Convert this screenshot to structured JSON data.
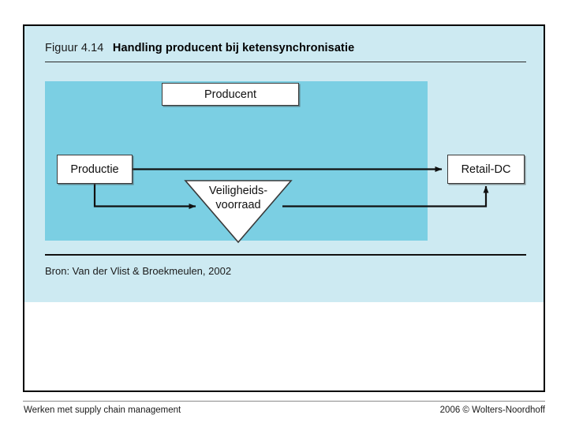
{
  "slide": {
    "figure": {
      "caption_label": "Figuur 4.14",
      "caption_title": "Handling producent bij ketensynchronisatie",
      "source": "Bron: Van der Vlist & Broekmeulen, 2002",
      "panel_color": "#cdeaf2",
      "stage_color": "#7bcfe3"
    },
    "diagram": {
      "type": "flow-diagram",
      "nodes": [
        {
          "id": "producent",
          "label": "Producent",
          "shape": "rectangle"
        },
        {
          "id": "productie",
          "label": "Productie",
          "shape": "rectangle"
        },
        {
          "id": "voorraad",
          "label_line1": "Veiligheids-",
          "label_line2": "voorraad",
          "shape": "inverted-triangle"
        },
        {
          "id": "retaildc",
          "label": "Retail-DC",
          "shape": "rectangle"
        }
      ],
      "connectors": [
        {
          "from": "productie",
          "to": "retaildc",
          "style": "straight-arrow"
        },
        {
          "from": "productie",
          "to": "voorraad",
          "style": "elbow-arrow"
        },
        {
          "from": "voorraad",
          "to": "retaildc",
          "style": "elbow-arrow"
        }
      ]
    },
    "footer": {
      "left": "Werken met supply chain management",
      "right": "2006 © Wolters-Noordhoff"
    }
  }
}
